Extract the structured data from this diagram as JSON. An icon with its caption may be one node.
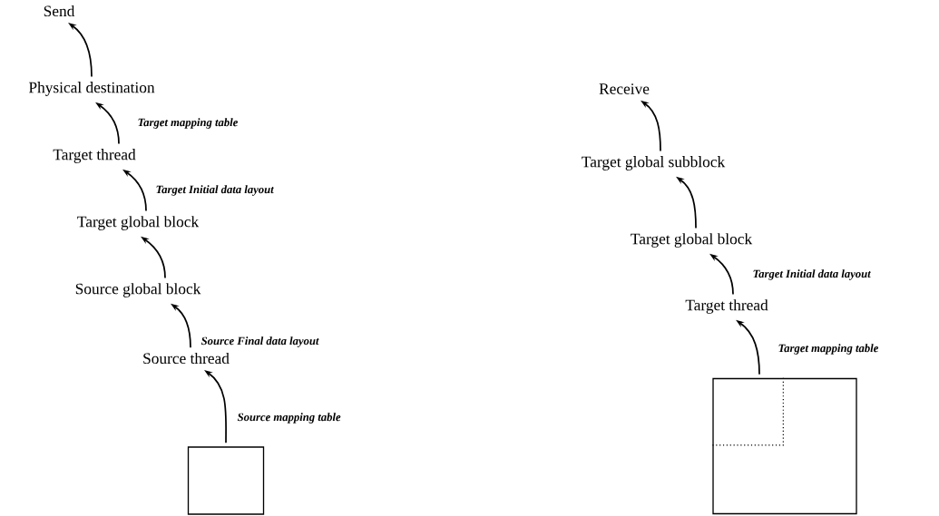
{
  "diagram": {
    "nodes": [
      {
        "text": [
          "Send"
        ]
      },
      {
        "text": [
          "Physical destination"
        ]
      },
      {
        "text": [
          "Target thread"
        ]
      },
      {
        "text": [
          "Target global block"
        ]
      },
      {
        "text": [
          "Source global block"
        ]
      },
      {
        "text": [
          "Source thread"
        ]
      },
      {
        "text": [],
        "shape": "box"
      },
      {
        "text": [
          "Receive"
        ]
      },
      {
        "text": [
          "Target global subblock"
        ]
      },
      {
        "text": [
          "Target global block"
        ]
      },
      {
        "text": [
          "Target thread"
        ]
      },
      {
        "text": [],
        "shape": "box"
      }
    ],
    "edges": [
      {
        "from": 1,
        "to": 0,
        "arrow": "to"
      },
      {
        "from": 2,
        "to": 1,
        "arrow": "to",
        "label": "Target mapping table"
      },
      {
        "from": 3,
        "to": 2,
        "arrow": "to",
        "label": "Target Initial data layout"
      },
      {
        "from": 4,
        "to": 3,
        "arrow": "to"
      },
      {
        "from": 5,
        "to": 4,
        "arrow": "to",
        "label": "Source Final data layout"
      },
      {
        "from": 6,
        "to": 5,
        "arrow": "to",
        "label": "Source mapping table"
      },
      {
        "from": 8,
        "to": 7,
        "arrow": "to"
      },
      {
        "from": 9,
        "to": 8,
        "arrow": "to"
      },
      {
        "from": 10,
        "to": 9,
        "arrow": "to",
        "label": "Target Initial data layout"
      },
      {
        "from": 11,
        "to": 10,
        "arrow": "to",
        "label": "Target mapping table"
      }
    ]
  }
}
